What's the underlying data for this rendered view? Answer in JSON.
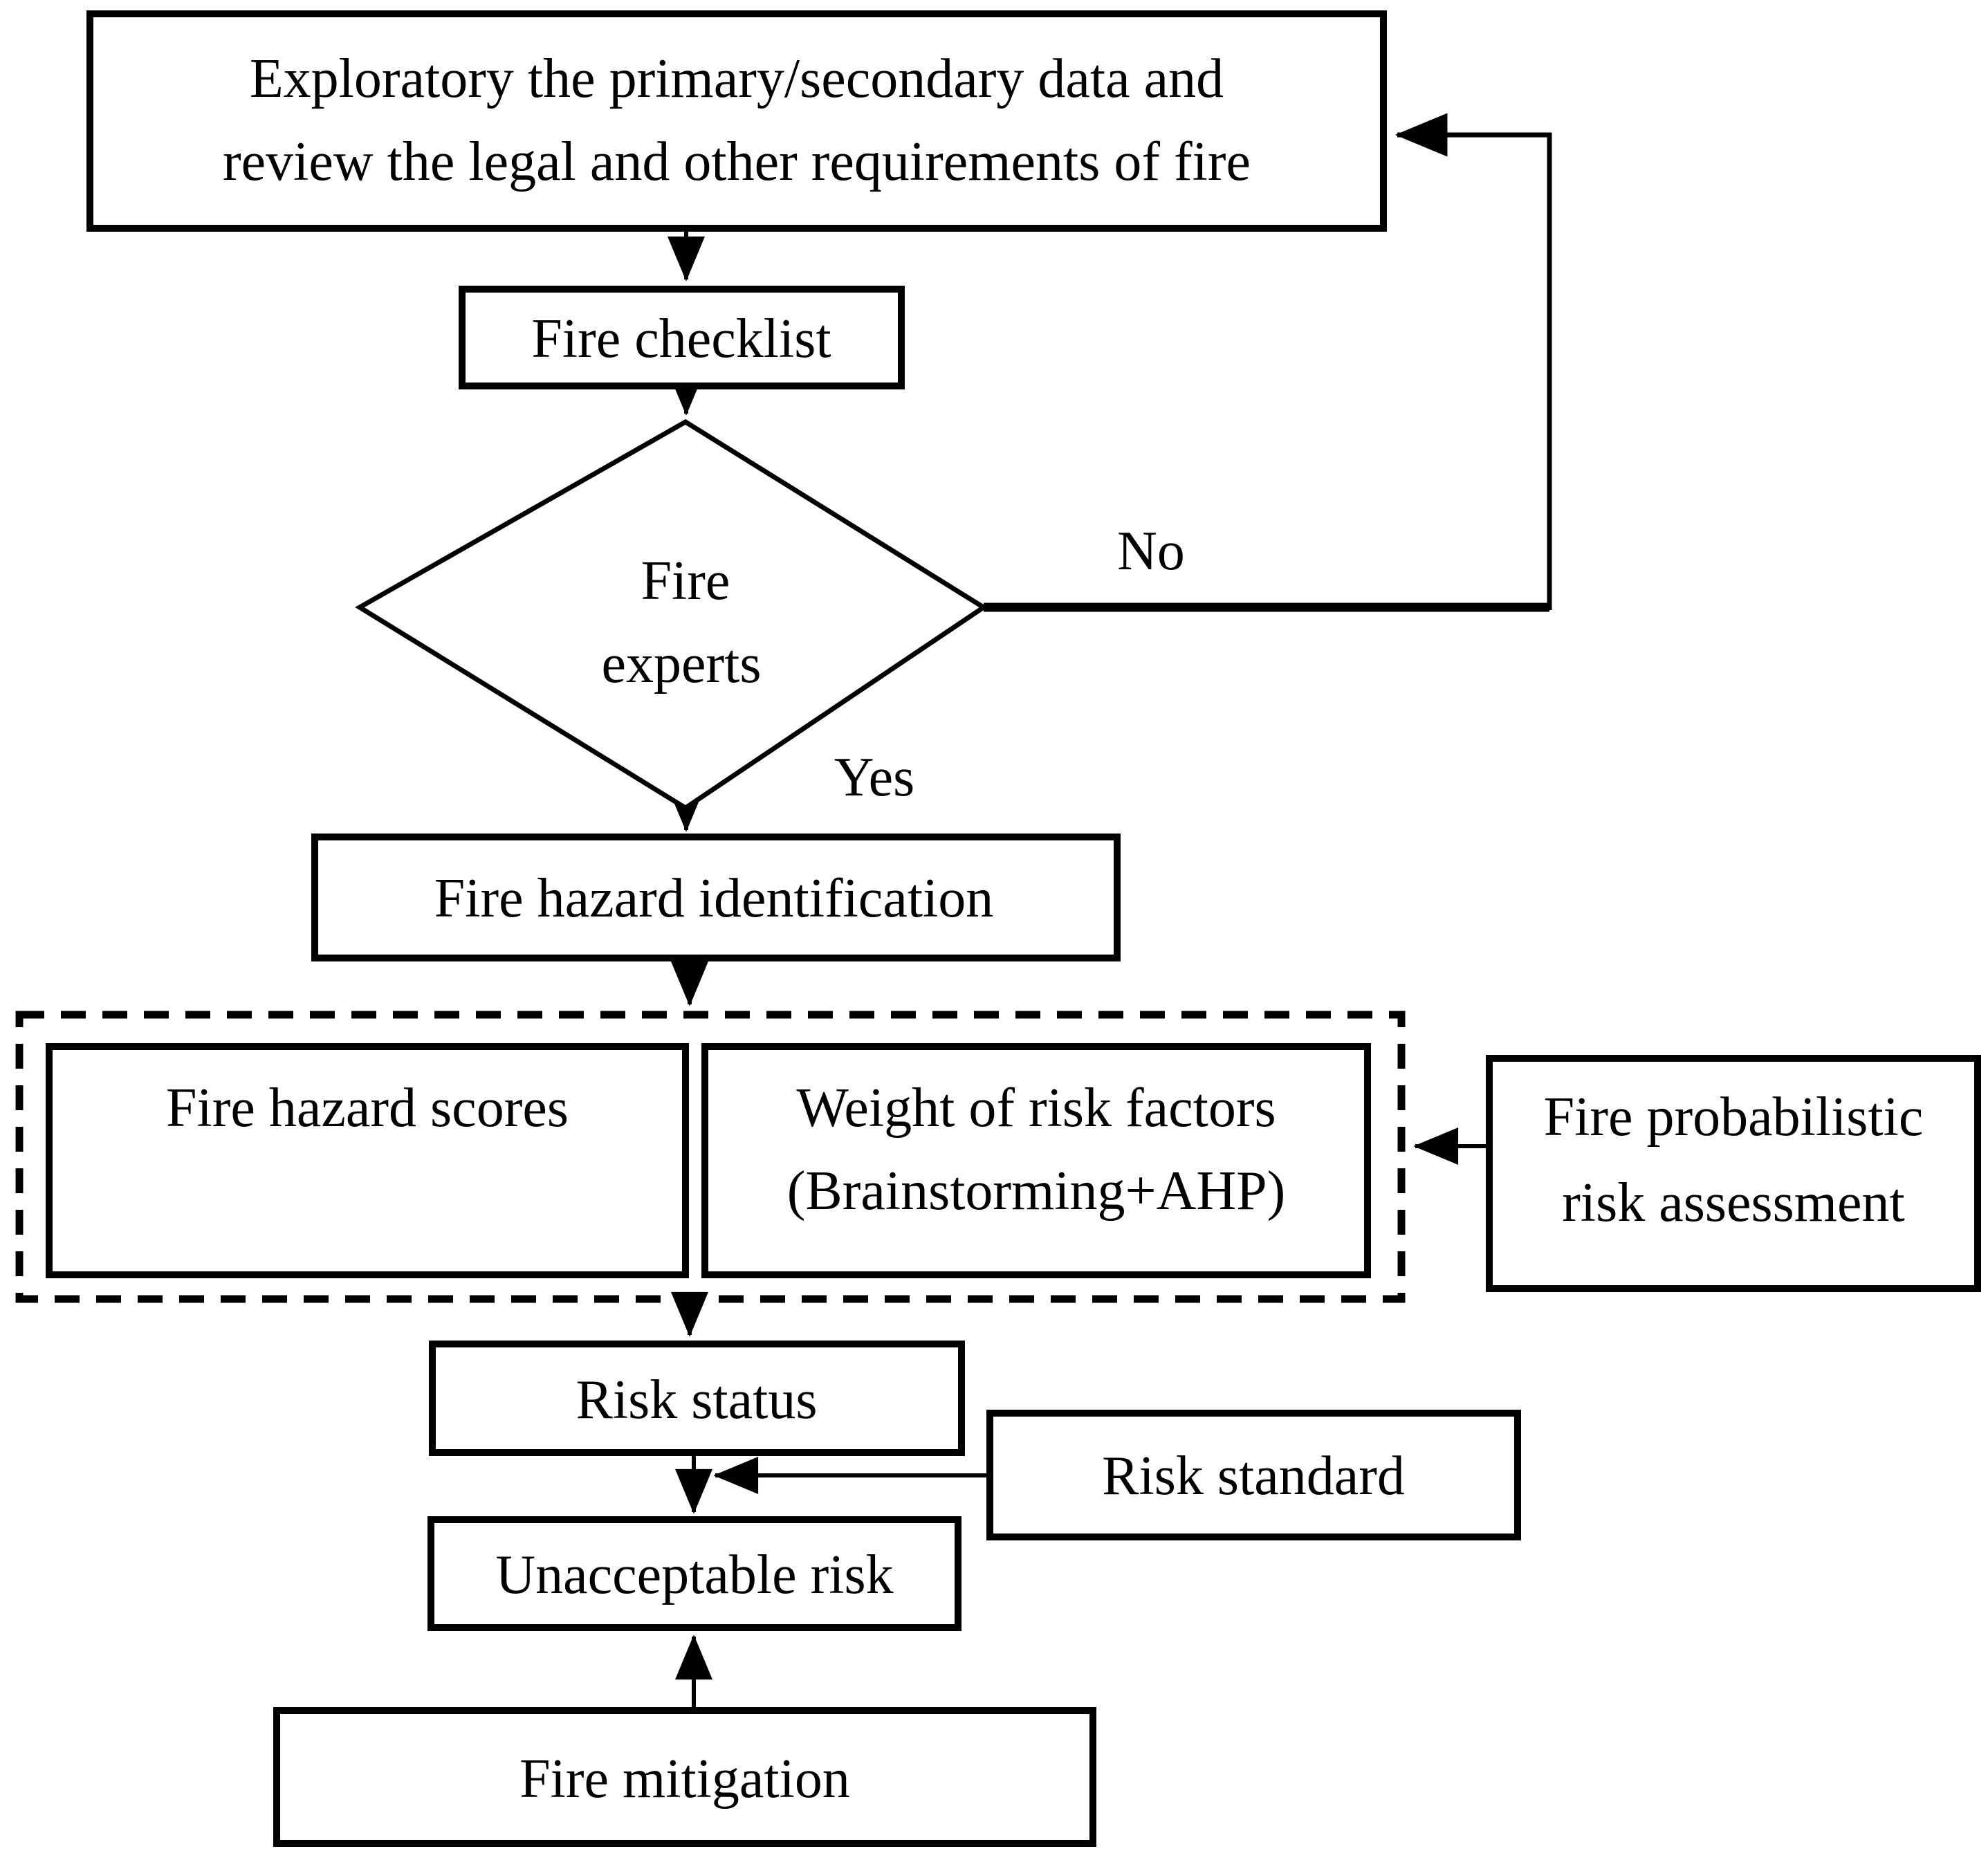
{
  "figure": {
    "type": "flowchart",
    "background_color": "#ffffff",
    "line_color": "#000000",
    "nodes": {
      "explore": {
        "shape": "rectangle",
        "lines": [
          "Exploratory the primary/secondary data and",
          "review the legal and other requirements of fire"
        ]
      },
      "checklist": {
        "shape": "rectangle",
        "label": "Fire checklist"
      },
      "experts": {
        "shape": "diamond",
        "lines": [
          "Fire",
          "experts"
        ]
      },
      "hazard_identification": {
        "shape": "rectangle",
        "label": "Fire hazard identification"
      },
      "hazard_scores": {
        "shape": "rectangle",
        "label": "Fire hazard scores"
      },
      "weight_factors": {
        "shape": "rectangle",
        "lines": [
          "Weight of risk factors",
          "(Brainstorming+AHP)"
        ]
      },
      "probabilistic": {
        "shape": "rectangle",
        "lines": [
          "Fire probabilistic",
          "risk assessment"
        ]
      },
      "risk_status": {
        "shape": "rectangle",
        "label": "Risk status"
      },
      "risk_standard": {
        "shape": "rectangle",
        "label": "Risk standard"
      },
      "unacceptable": {
        "shape": "rectangle",
        "label": "Unacceptable risk"
      },
      "mitigation": {
        "shape": "rectangle",
        "label": "Fire mitigation"
      }
    },
    "edge_labels": {
      "no": "No",
      "yes": "Yes"
    }
  }
}
